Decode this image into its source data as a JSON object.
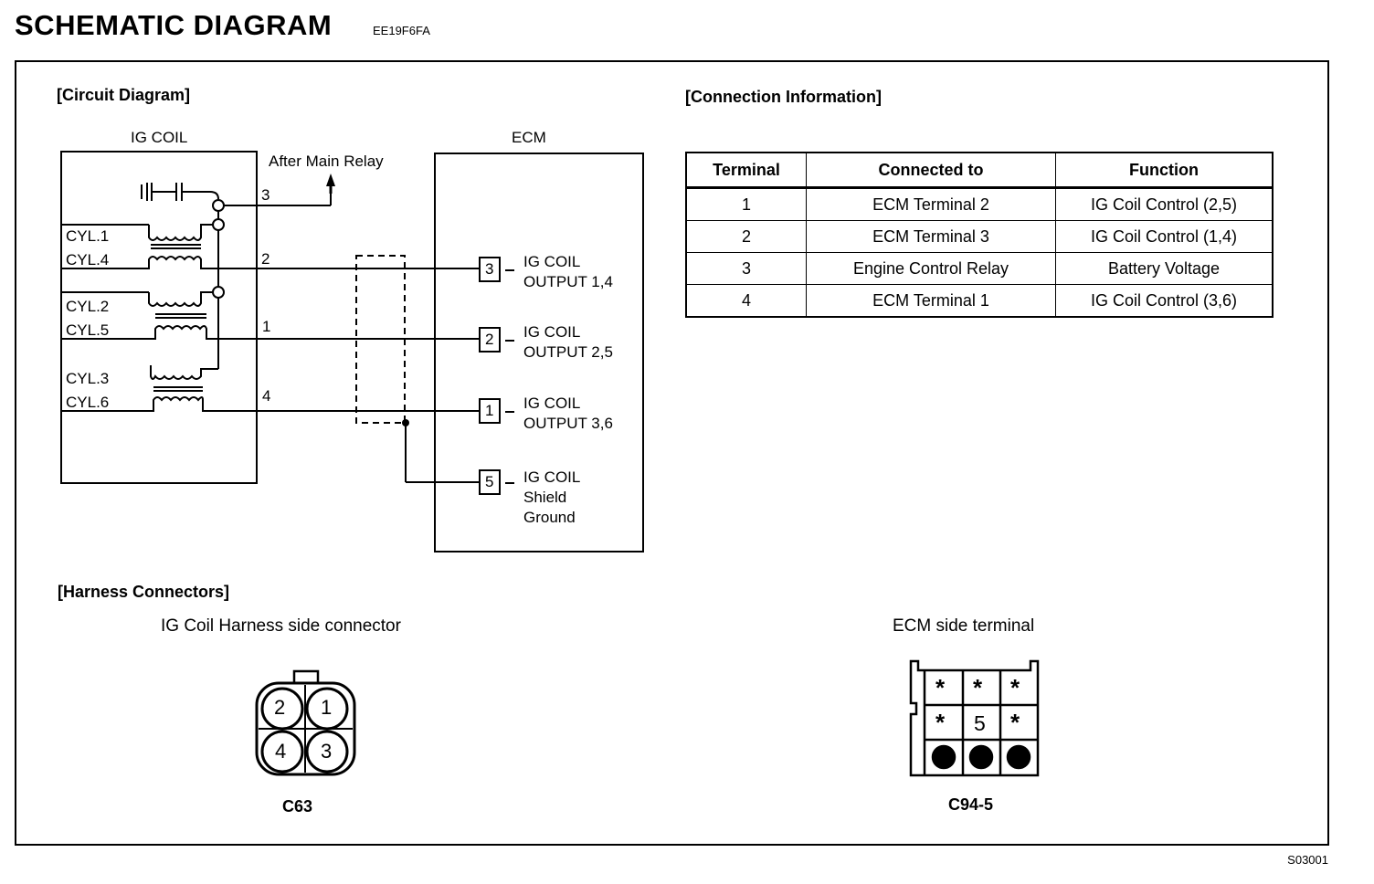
{
  "header": {
    "title": "SCHEMATIC  DIAGRAM",
    "code": "EE19F6FA"
  },
  "circuit": {
    "section_label": "[Circuit Diagram]",
    "ig_coil_label": "IG COIL",
    "ecm_label": "ECM",
    "after_main_relay": "After Main Relay",
    "cylinders": [
      "CYL.1",
      "CYL.4",
      "CYL.2",
      "CYL.5",
      "CYL.3",
      "CYL.6"
    ],
    "wire_numbers": [
      "3",
      "2",
      "1",
      "4"
    ],
    "ecm_pins": [
      {
        "pin": "3",
        "line1": "IG COIL",
        "line2": "OUTPUT 1,4",
        "line3": ""
      },
      {
        "pin": "2",
        "line1": "IG COIL",
        "line2": "OUTPUT 2,5",
        "line3": ""
      },
      {
        "pin": "1",
        "line1": "IG COIL",
        "line2": "OUTPUT 3,6",
        "line3": ""
      },
      {
        "pin": "5",
        "line1": "IG COIL",
        "line2": "Shield",
        "line3": "Ground"
      }
    ]
  },
  "connection": {
    "section_label": "[Connection Information]",
    "headers": [
      "Terminal",
      "Connected to",
      "Function"
    ],
    "rows": [
      [
        "1",
        "ECM Terminal 2",
        "IG Coil Control (2,5)"
      ],
      [
        "2",
        "ECM Terminal 3",
        "IG Coil Control (1,4)"
      ],
      [
        "3",
        "Engine Control Relay",
        "Battery Voltage"
      ],
      [
        "4",
        "ECM Terminal 1",
        "IG Coil Control (3,6)"
      ]
    ]
  },
  "harness": {
    "section_label": "[Harness Connectors]",
    "ig_coil_side_label": "IG Coil Harness side connector",
    "ig_coil_pins": [
      "2",
      "1",
      "4",
      "3"
    ],
    "ig_coil_connector_id": "C63",
    "ecm_side_label": "ECM side terminal",
    "ecm_grid": [
      "*",
      "*",
      "*",
      "*",
      "5",
      "*"
    ],
    "ecm_connector_id": "C94-5"
  },
  "footer": {
    "code": "S03001"
  }
}
